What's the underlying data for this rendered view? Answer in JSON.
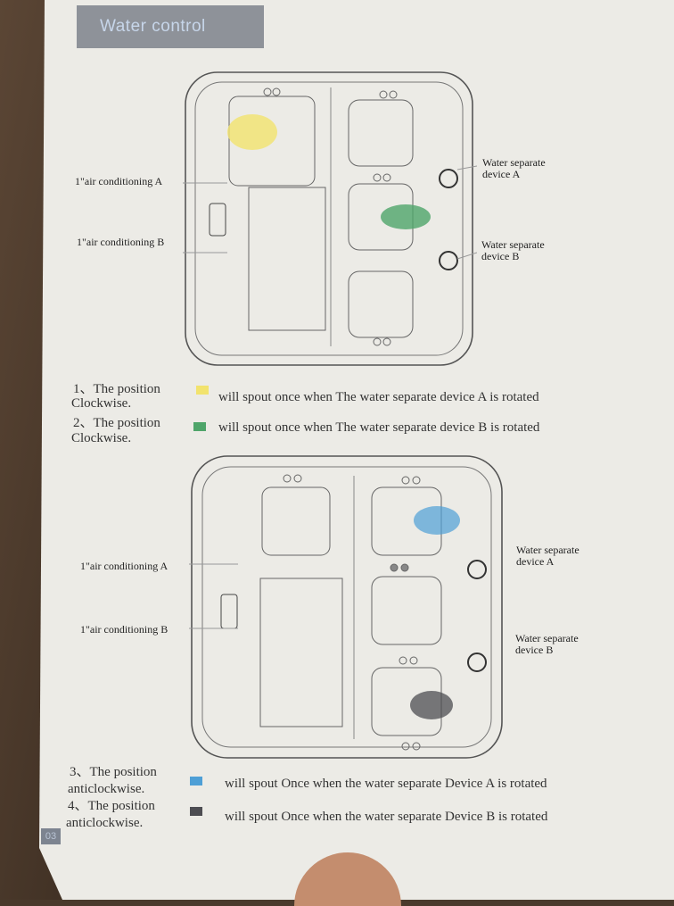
{
  "header": {
    "title": "Water control"
  },
  "diagram1": {
    "left_labels": [
      "1\"air conditioning A",
      "1\"air conditioning B"
    ],
    "right_labels": [
      "Water separate device A",
      "Water separate device B"
    ]
  },
  "notes_top": [
    {
      "line1": "1、The position",
      "line2": "Clockwise.",
      "text": "will spout once when The water separate device A is rotated",
      "color": "#f2e36e"
    },
    {
      "line1": "2、The position",
      "line2": "Clockwise.",
      "text": "will spout once when The water separate device B is rotated",
      "color": "#4fa56a"
    }
  ],
  "diagram2": {
    "left_labels": [
      "1\"air conditioning A",
      "1\"air conditioning B"
    ],
    "right_labels": [
      "Water separate device A",
      "Water separate device B"
    ]
  },
  "notes_bottom": [
    {
      "line1": "3、The position",
      "line2": "anticlockwise.",
      "text": "will spout Once when the water separate Device A is rotated",
      "color": "#4e9fd6"
    },
    {
      "line1": "4、The position",
      "line2": "anticlockwise.",
      "text": "will spout Once when the water separate Device B is rotated",
      "color": "#4d4d52"
    }
  ],
  "page_number": "03"
}
